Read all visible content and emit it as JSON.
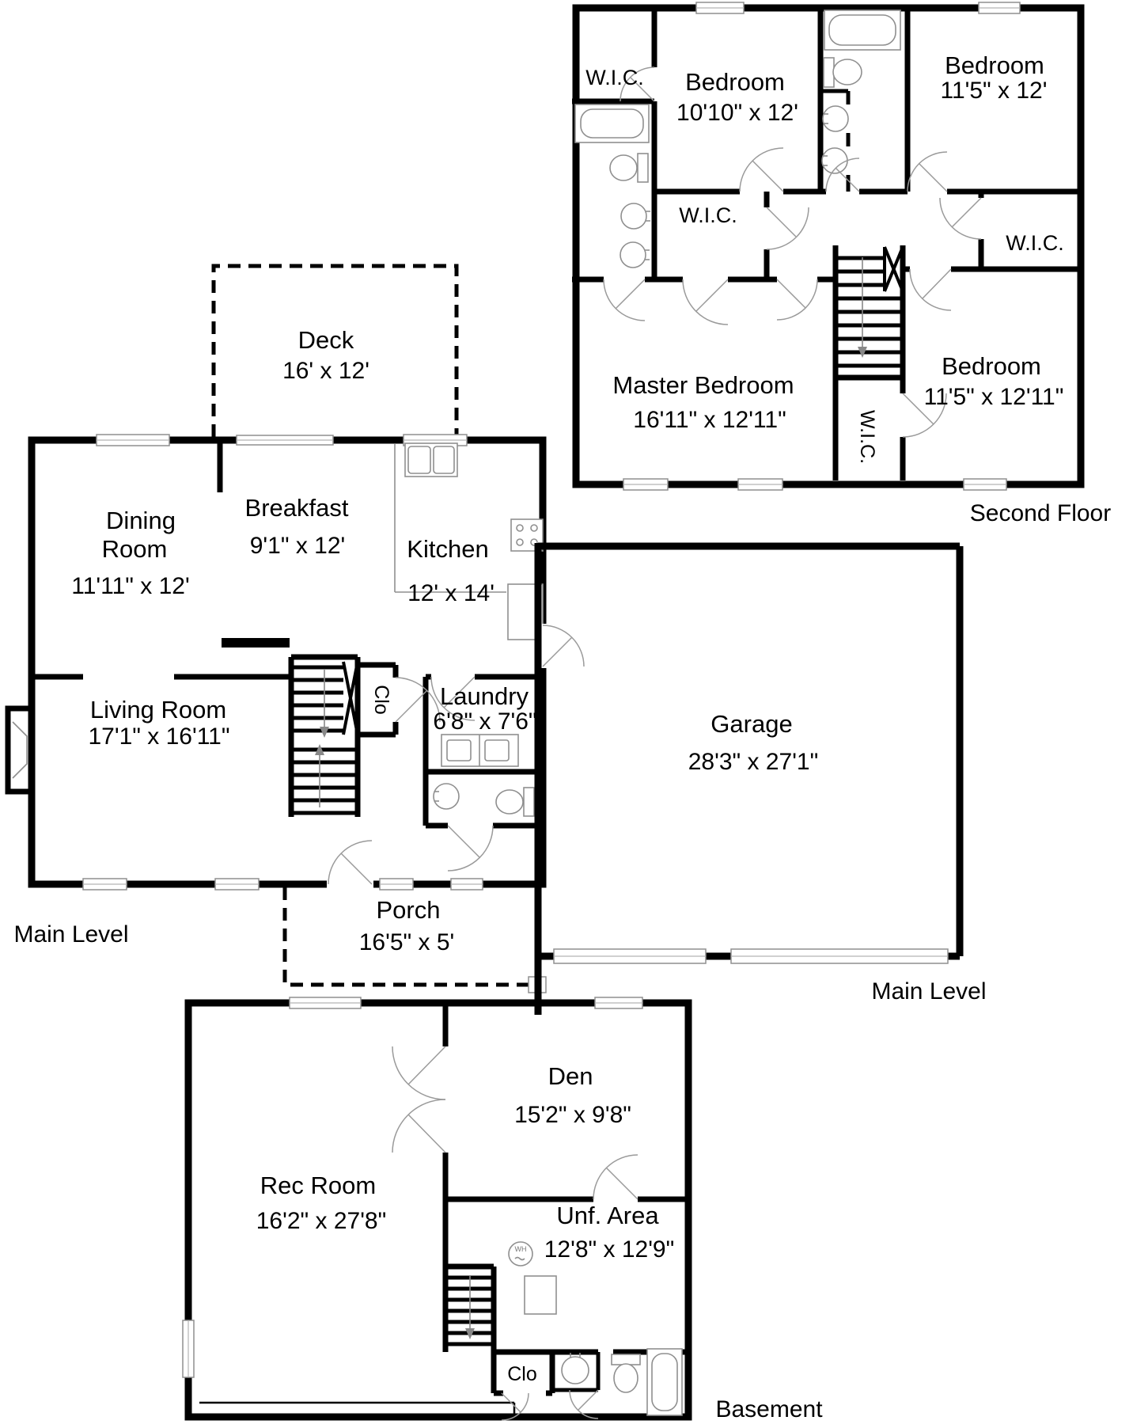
{
  "colors": {
    "wall": "#000000",
    "fixture_outline": "#8f8f8f",
    "background": "#ffffff",
    "text": "#000000"
  },
  "second_floor": {
    "floor_label": "Second Floor",
    "wic_top_left": "W.I.C.",
    "bedroom_top_center": {
      "name": "Bedroom",
      "dims": "10'10\" x 12'"
    },
    "bedroom_top_right": {
      "name": "Bedroom",
      "dims": "11'5\" x 12'"
    },
    "wic_center": "W.I.C.",
    "wic_right": "W.I.C.",
    "master_bedroom": {
      "name": "Master Bedroom",
      "dims": "16'11\" x 12'11\""
    },
    "bedroom_bottom_right": {
      "name": "Bedroom",
      "dims": "11'5\" x 12'11\""
    },
    "wic_stairwell": "W.I.C."
  },
  "main_level": {
    "floor_label_left": "Main Level",
    "floor_label_right": "Main Level",
    "deck": {
      "name": "Deck",
      "dims": "16' x 12'"
    },
    "dining_room": {
      "name_line1": "Dining",
      "name_line2": "Room",
      "dims": "11'11\" x 12'"
    },
    "breakfast": {
      "name": "Breakfast",
      "dims": "9'1\" x 12'"
    },
    "kitchen": {
      "name": "Kitchen",
      "dims": "12' x 14'"
    },
    "closet": "Clo",
    "living_room": {
      "name": "Living Room",
      "dims": "17'1\" x 16'11\""
    },
    "laundry": {
      "name": "Laundry",
      "dims": "6'8\" x 7'6\""
    },
    "porch": {
      "name": "Porch",
      "dims": "16'5\" x 5'"
    },
    "garage": {
      "name": "Garage",
      "dims": "28'3\" x 27'1\""
    }
  },
  "basement": {
    "floor_label": "Basement",
    "den": {
      "name": "Den",
      "dims": "15'2\" x 9'8\""
    },
    "rec_room": {
      "name": "Rec Room",
      "dims": "16'2\" x 27'8\""
    },
    "unfinished_area": {
      "name": "Unf. Area",
      "dims": "12'8\" x 12'9\""
    },
    "closet": "Clo",
    "water_heater_label": "WH"
  }
}
